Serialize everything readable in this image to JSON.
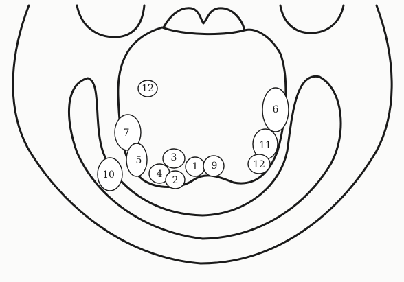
{
  "diagram": {
    "regions": [
      {
        "id": "r1",
        "label": "1"
      },
      {
        "id": "r2",
        "label": "2"
      },
      {
        "id": "r3",
        "label": "3"
      },
      {
        "id": "r4",
        "label": "4"
      },
      {
        "id": "r5",
        "label": "5"
      },
      {
        "id": "r6",
        "label": "6"
      },
      {
        "id": "r7",
        "label": "7"
      },
      {
        "id": "r9",
        "label": "9"
      },
      {
        "id": "r10",
        "label": "10"
      },
      {
        "id": "r11",
        "label": "11"
      },
      {
        "id": "r12a",
        "label": "12"
      },
      {
        "id": "r12b",
        "label": "12"
      }
    ]
  }
}
